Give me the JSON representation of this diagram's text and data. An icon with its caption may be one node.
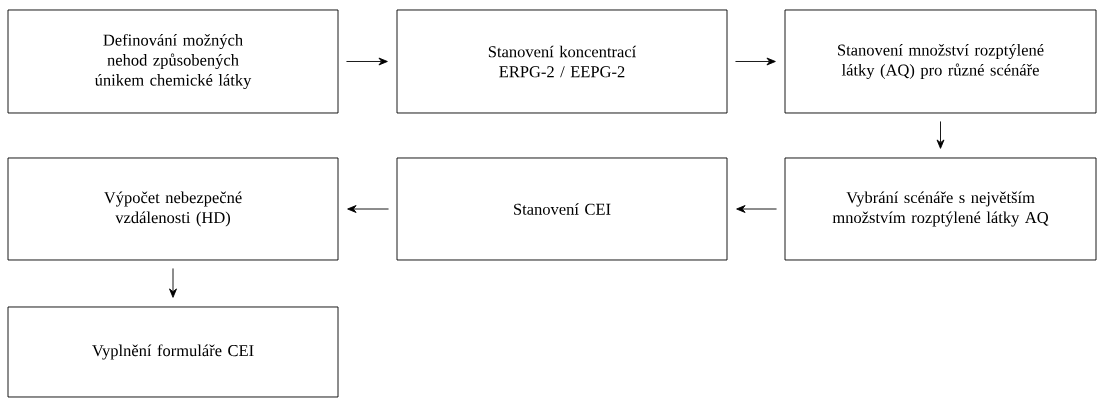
{
  "diagram": {
    "nodes": [
      {
        "text": [
          "Definování možných nehod způsobených únikem chemické látky"
        ]
      },
      {
        "text": [
          "Stanovení koncentrací ERPG-2 / EEPG-2"
        ]
      },
      {
        "text": [
          "Stanovení množství rozptýlené látky (AQ) pro různé scénáře"
        ]
      },
      {
        "text": [
          "Vybrání scénáře s největším množstvím rozptýlené látky AQ"
        ]
      },
      {
        "text": [
          "Stanovení CEI"
        ]
      },
      {
        "text": [
          "Výpočet nebezpečné vzdálenosti (HD)"
        ]
      },
      {
        "text": [
          "Vyplnění formuláře CEI"
        ]
      }
    ],
    "edges": [
      {
        "from": 0,
        "to": 1,
        "arrow": "to"
      },
      {
        "from": 1,
        "to": 2,
        "arrow": "to"
      },
      {
        "from": 2,
        "to": 3,
        "arrow": "to"
      },
      {
        "from": 3,
        "to": 4,
        "arrow": "to"
      },
      {
        "from": 4,
        "to": 5,
        "arrow": "to"
      },
      {
        "from": 5,
        "to": 6,
        "arrow": "to"
      }
    ]
  }
}
